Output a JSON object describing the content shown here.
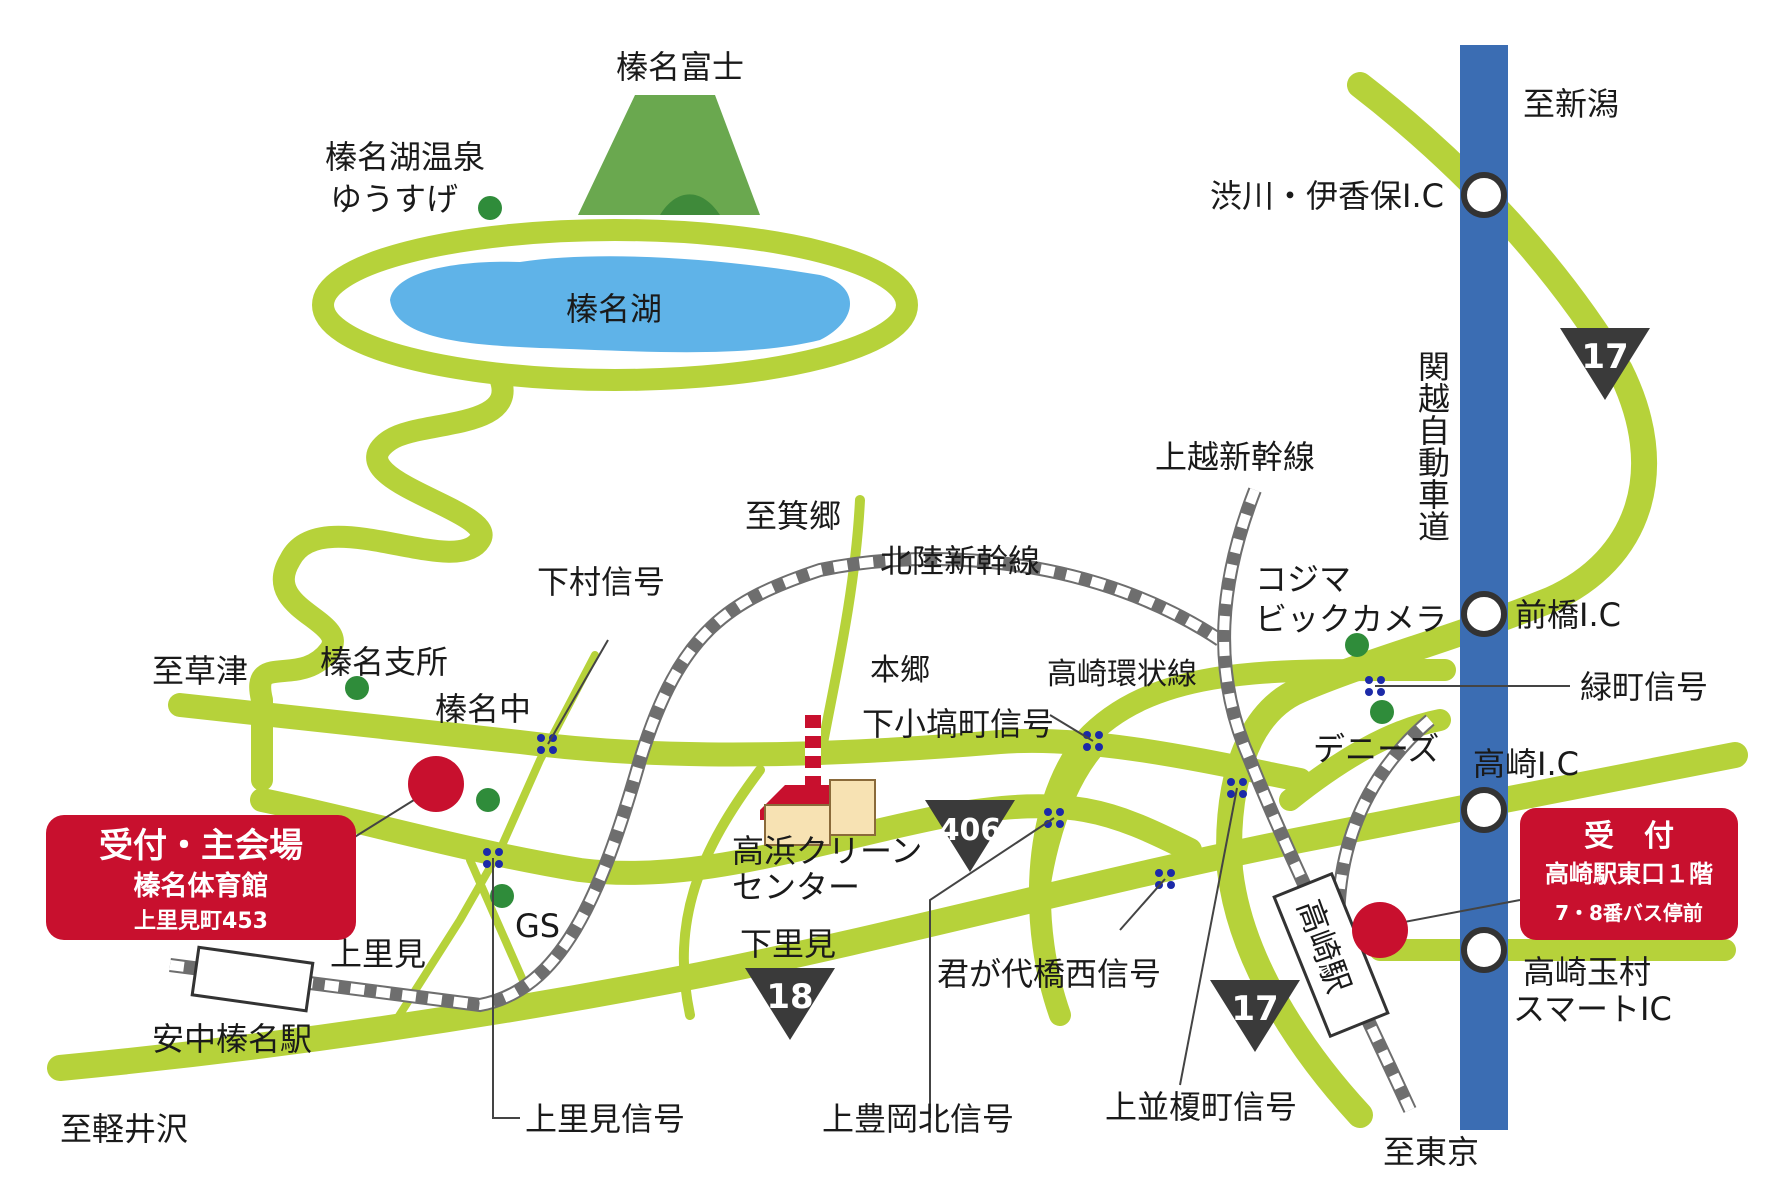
{
  "mountain": {
    "label": "榛名富士"
  },
  "lake": {
    "label": "榛名湖"
  },
  "onsen": {
    "line1": "榛名湖温泉",
    "line2": "ゆうすげ"
  },
  "places": {
    "kusatsu": "至草津",
    "haruna_branch": "榛名支所",
    "haruna_junior_high": "榛名中",
    "shimomura_signal": "下村信号",
    "minowa": "至箕郷",
    "hokuriku_shinkansen": "北陸新幹線",
    "hongo": "本郷",
    "shimokozuka_signal": "下小塙町信号",
    "takasaki_ring": "高崎環状線",
    "joetsu_shinkansen": "上越新幹線",
    "kojima_line1": "コジマ",
    "kojima_line2": "ビックカメラ",
    "dennys": "デニーズ",
    "midoricho_signal": "緑町信号",
    "niigata": "至新潟",
    "shibukawa_ic": "渋川・伊香保I.C",
    "maebashi_ic": "前橋I.C",
    "takasaki_ic": "高崎I.C",
    "takasaki_tamamura_line1": "高崎玉村",
    "takasaki_tamamura_line2": "スマートIC",
    "kanetsu": "関越自動車道",
    "takahama_line1": "高浜クリーン",
    "takahama_line2": "センター",
    "gs": "GS",
    "kamisatomi": "上里見",
    "annaka_haruna_station": "安中榛名駅",
    "karuizawa": "至軽井沢",
    "kamisatomi_signal": "上里見信号",
    "shimosatomi": "下里見",
    "kamitoyooka_signal": "上豊岡北信号",
    "kimigayo_signal": "君が代橋西信号",
    "kaminamienoki_signal": "上並榎町信号",
    "takasaki_station": "高崎駅",
    "tokyo": "至東京"
  },
  "routes": {
    "r17_north": "17",
    "r17_south": "17",
    "r406": "406",
    "r18": "18"
  },
  "main_venue": {
    "title": "受付・主会場",
    "name": "榛名体育館",
    "address": "上里見町453"
  },
  "reception": {
    "title": "受　付",
    "line1": "高崎駅東口１階",
    "line2": "7・8番バス停前"
  },
  "colors": {
    "road": "#b6d23a",
    "lake": "#5fb3e8",
    "mountain": "#6aa84f",
    "expressway": "#3b6db3",
    "marker_red": "#c8102e",
    "poi_green": "#2f8c3a",
    "signal_blue": "#1c2aa8",
    "route_badge": "#3a3a3a"
  },
  "icons": [
    "poi-dot",
    "signal-dots",
    "interchange-circle",
    "route-triangle",
    "rail-track",
    "factory-icon",
    "mountain-shape",
    "lake-shape"
  ]
}
